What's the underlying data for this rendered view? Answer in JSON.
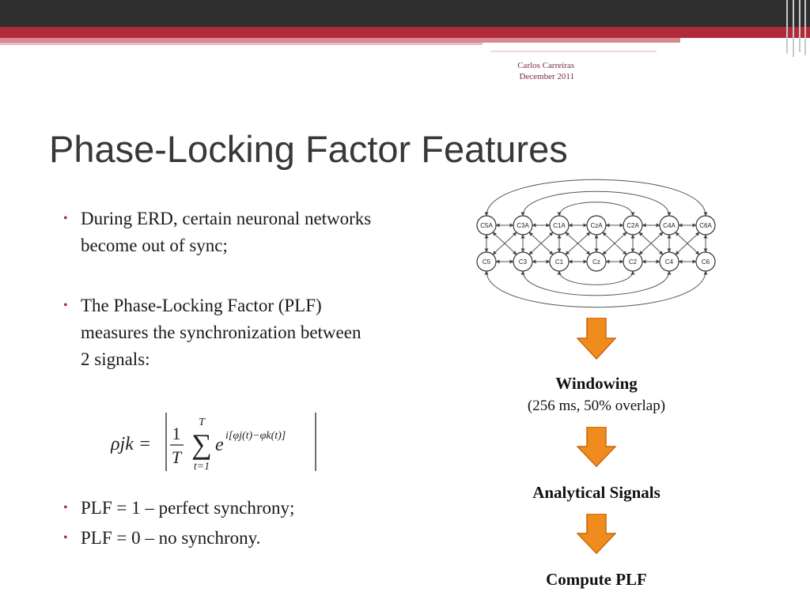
{
  "header": {
    "author": "Carlos Carreiras",
    "date": "December 2011"
  },
  "title": "Phase-Locking Factor Features",
  "bullets": [
    "During ERD, certain neuronal networks become out of sync;",
    "The Phase-Locking Factor (PLF) measures the synchronization between 2 signals:",
    "PLF = 1  – perfect synchrony;",
    "PLF = 0  – no synchrony."
  ],
  "formula": {
    "lhs": "ρjk =",
    "fraction_numerator": "1",
    "fraction_denominator": "T",
    "sum_upper": "T",
    "sum_lower": "t=1",
    "exponent": "i[φj(t)−φk(t)]"
  },
  "electrodes": {
    "top_row": [
      "C5A",
      "C3A",
      "C1A",
      "CzA",
      "C2A",
      "C4A",
      "C6A"
    ],
    "bottom_row": [
      "C5",
      "C3",
      "C1",
      "Cz",
      "C2",
      "C4",
      "C6"
    ]
  },
  "flow": {
    "step1_title": "Windowing",
    "step1_detail": "(256 ms, 50% overlap)",
    "step2_title": "Analytical Signals",
    "step3_title": "Compute PLF"
  },
  "colors": {
    "topbar": "#2f2f2f",
    "accent_red": "#b02a3a",
    "arrow_orange": "#f08c1e"
  }
}
